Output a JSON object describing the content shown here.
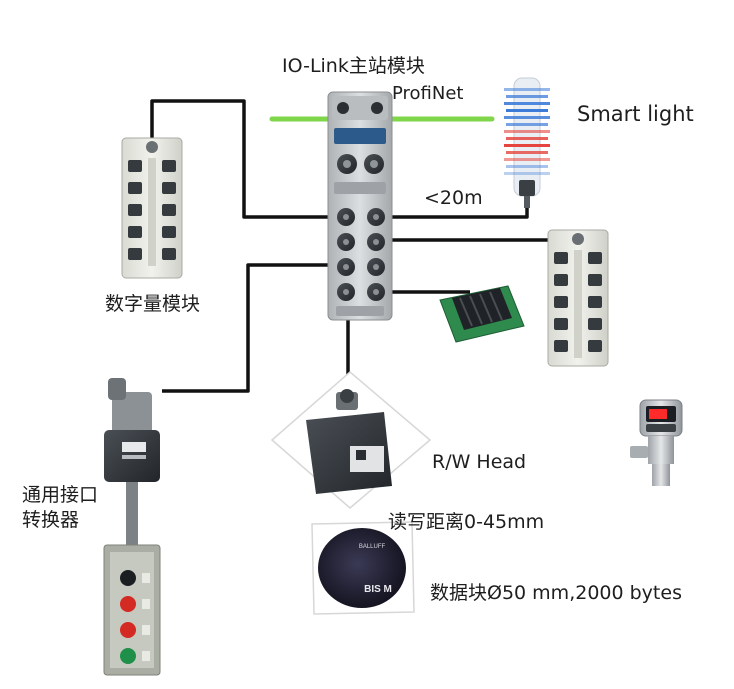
{
  "labels": {
    "master_title": "IO-Link主站模块",
    "profinet": "ProfiNet",
    "smart_light": "Smart light",
    "cable_length": "<20m",
    "digital_module": "数字量模块",
    "rw_head": "R/W Head",
    "universal_converter": "通用接口\n转换器",
    "rw_distance": "读写距离0-45mm",
    "data_carrier": "数据块Ø50 mm,2000 bytes"
  },
  "devices": {
    "data_carrier_print": [
      "BALLUFF",
      "BIS M"
    ]
  },
  "colors": {
    "profinet_cable": "#7fd64a",
    "io_cable": "#111111",
    "module_body": "#c9ccce",
    "module_dark": "#3a3f44",
    "terminal_green": "#2f8a4e",
    "light_blue": "#3d7bd8",
    "light_red": "#e5453e",
    "button_red": "#d42a24",
    "button_green": "#1f8f4a",
    "led_red": "#ff2b2b"
  }
}
